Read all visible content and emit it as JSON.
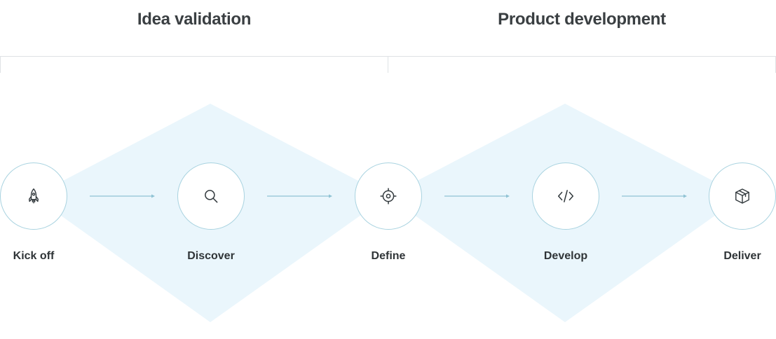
{
  "phases": [
    {
      "title": "Idea validation"
    },
    {
      "title": "Product development"
    }
  ],
  "steps": [
    {
      "label": "Kick off",
      "icon": "rocket-icon"
    },
    {
      "label": "Discover",
      "icon": "search-icon"
    },
    {
      "label": "Define",
      "icon": "target-icon"
    },
    {
      "label": "Develop",
      "icon": "code-icon"
    },
    {
      "label": "Deliver",
      "icon": "package-icon"
    }
  ],
  "colors": {
    "diamond_fill": "#eaf6fc",
    "circle_border": "#a9d3e0",
    "arrow": "#8fc3d4",
    "bracket": "#dfe2e5",
    "icon_stroke": "#333a3e"
  }
}
